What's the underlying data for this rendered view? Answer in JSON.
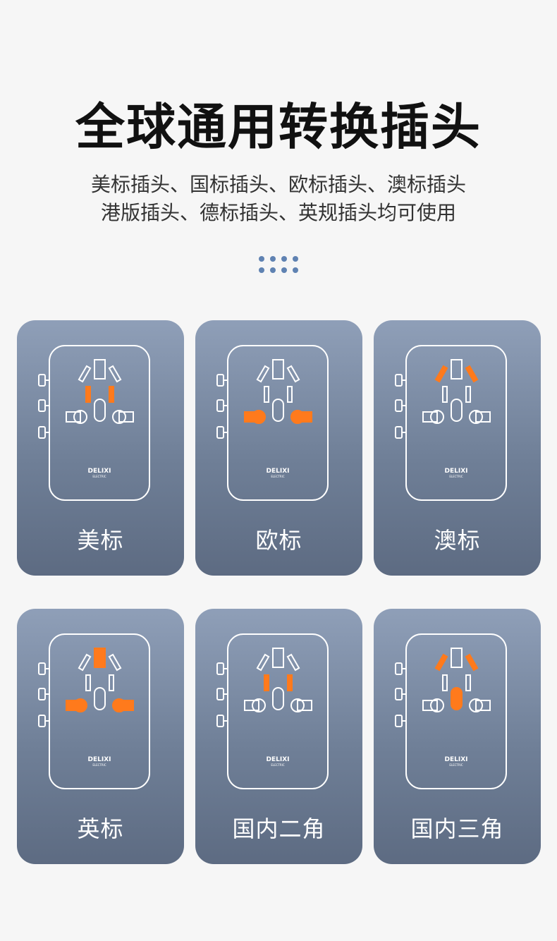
{
  "header": {
    "title": "全球通用转换插头",
    "subtitle_line1": "美标插头、国标插头、欧标插头、澳标插头",
    "subtitle_line2": "港版插头、德标插头、英规插头均可使用"
  },
  "accent_colors": {
    "highlight": "#ff7a1c",
    "outline": "#ffffff",
    "dots": "#5f82b2"
  },
  "brand": {
    "logo": "DELIXI",
    "logo_sub": "ELECTRIC"
  },
  "cards": [
    {
      "label": "美标",
      "highlight": [
        "us-slots"
      ]
    },
    {
      "label": "欧标",
      "highlight": [
        "round-pins"
      ]
    },
    {
      "label": "澳标",
      "highlight": [
        "angled-slots"
      ]
    },
    {
      "label": "英标",
      "highlight": [
        "top-square",
        "round-pins"
      ]
    },
    {
      "label": "国内二角",
      "highlight": [
        "us-slots"
      ]
    },
    {
      "label": "国内三角",
      "highlight": [
        "angled-slots",
        "middle-pill"
      ]
    }
  ]
}
